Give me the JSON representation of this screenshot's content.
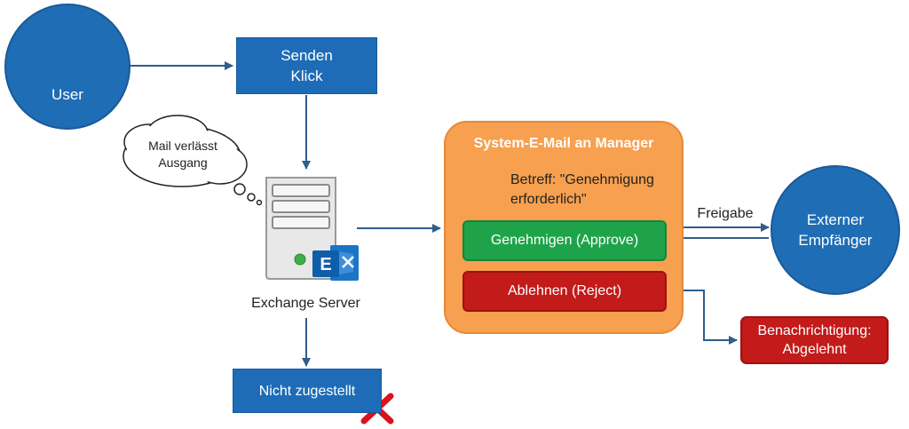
{
  "nodes": {
    "user": "User",
    "send_click": "Senden\nKlick",
    "thought": "Mail verlässt\nAusgang",
    "exchange_label": "Exchange Server",
    "not_delivered": "Nicht zugestellt",
    "system_mail_title": "System-E-Mail an Manager",
    "subject": "Betreff: \"Genehmigung\nerforderlich\"",
    "approve": "Genehmigen (Approve)",
    "reject": "Ablehnen (Reject)",
    "release": "Freigabe",
    "external": "Externer\nEmpfänger",
    "notification": "Benachrichtigung:\nAbgelehnt"
  },
  "icons": {
    "user": "person-at-computer-icon",
    "server": "server-tower-icon",
    "exchange": "exchange-logo-icon",
    "envelope": "envelope-icon",
    "failed": "red-x-icon"
  },
  "colors": {
    "blue": "#1e6cb7",
    "orange": "#f7a04f",
    "orange_border": "#e58a3a",
    "green": "#1fa34a",
    "red": "#c31a1a",
    "arrow": "#2f5d8c"
  }
}
